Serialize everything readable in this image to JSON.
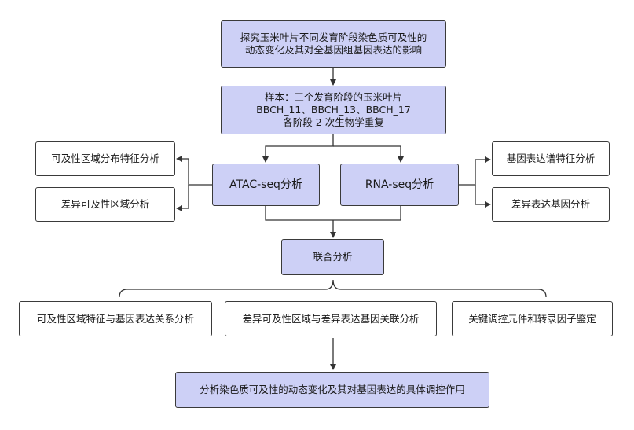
{
  "title_box": [
    "探究玉米叶片不同发育阶段染色质可及性的",
    "动态变化及其对全基因组基因表达的影响"
  ],
  "sample_box": [
    "样本：三个发育阶段的玉米叶片",
    "BBCH_11、BBCH_13、BBCH_17",
    "各阶段 2 次生物学重复"
  ],
  "atac_box": "ATAC-seq分析",
  "rna_box": "RNA-seq分析",
  "atac_children": [
    "可及性区域分布特征分析",
    "差异可及性区域分析"
  ],
  "rna_children": [
    "基因表达谱特征分析",
    "差异表达基因分析"
  ],
  "joint_box": "联合分析",
  "joint_children": [
    "可及性区域特征与基因表达关系分析",
    "差异可及性区域与差异表达基因关联分析",
    "关键调控元件和转录因子鉴定"
  ],
  "final_box": "分析染色质可及性的动态变化及其对基因表达的具体调控作用"
}
